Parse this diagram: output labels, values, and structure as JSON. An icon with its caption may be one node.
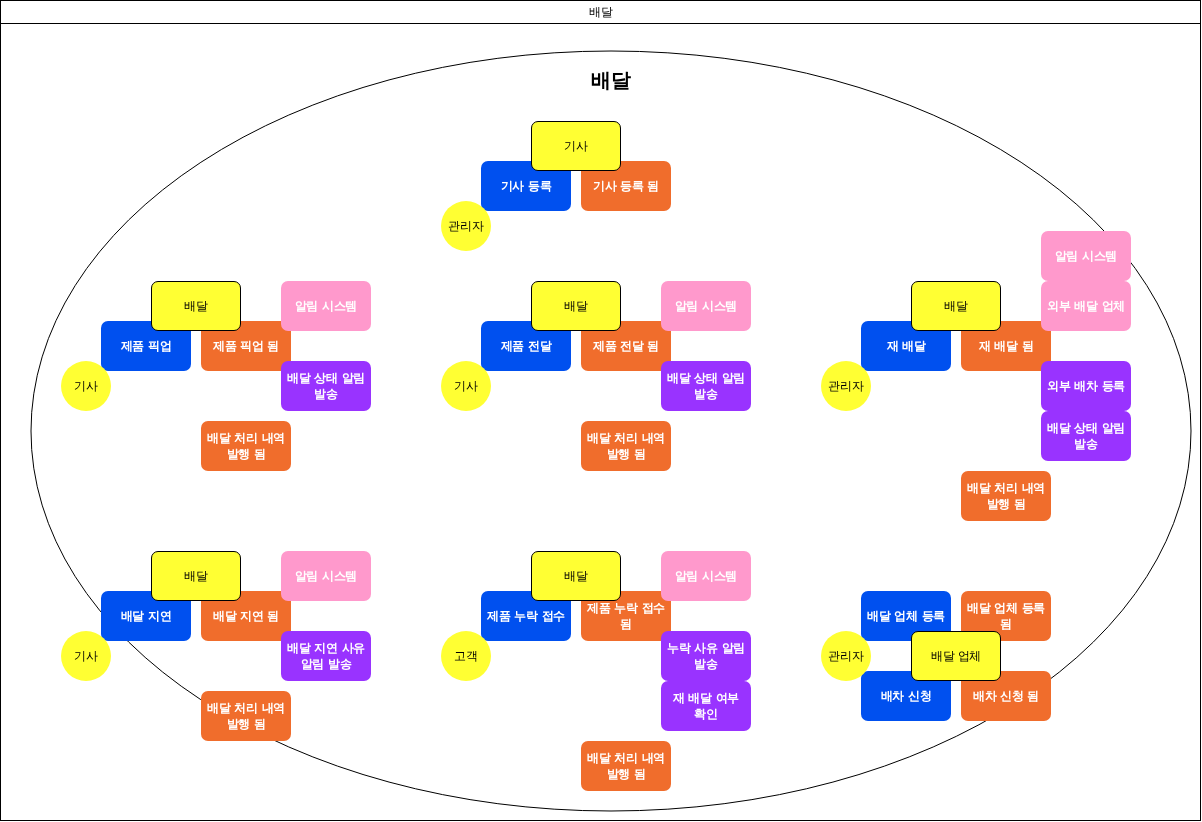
{
  "diagram": {
    "nodes": [
      {
        "text": [
          "배달"
        ]
      },
      {
        "text": [
          "배달"
        ],
        "in": 0
      },
      {
        "text": [
          "기사"
        ],
        "in": 1
      },
      {
        "text": [
          "기사 등록"
        ],
        "in": 1
      },
      {
        "text": [
          "기사 등록 됨"
        ],
        "in": 1
      },
      {
        "text": [
          "관리자"
        ],
        "in": 1
      },
      {
        "text": [
          "배달"
        ],
        "in": 1
      },
      {
        "text": [
          "제품 픽업"
        ],
        "in": 1
      },
      {
        "text": [
          "제품 픽업 됨"
        ],
        "in": 1
      },
      {
        "text": [
          "알림 시스템"
        ],
        "in": 1
      },
      {
        "text": [
          "배달 상태 알림 발송"
        ],
        "in": 1
      },
      {
        "text": [
          "기사"
        ],
        "in": 1
      },
      {
        "text": [
          "배달 처리 내역 발행 됨"
        ],
        "in": 1
      },
      {
        "text": [
          "배달"
        ],
        "in": 1
      },
      {
        "text": [
          "제품 전달"
        ],
        "in": 1
      },
      {
        "text": [
          "제품 전달 됨"
        ],
        "in": 1
      },
      {
        "text": [
          "알림 시스템"
        ],
        "in": 1
      },
      {
        "text": [
          "배달 상태 알림 발송"
        ],
        "in": 1
      },
      {
        "text": [
          "기사"
        ],
        "in": 1
      },
      {
        "text": [
          "배달 처리 내역 발행 됨"
        ],
        "in": 1
      },
      {
        "text": [
          "알림 시스템"
        ],
        "in": 1
      },
      {
        "text": [
          "배달"
        ],
        "in": 1
      },
      {
        "text": [
          "재 배달"
        ],
        "in": 1
      },
      {
        "text": [
          "재 배달 됨"
        ],
        "in": 1
      },
      {
        "text": [
          "외부 배달 업체"
        ],
        "in": 1
      },
      {
        "text": [
          "외부 배차 등록"
        ],
        "in": 1
      },
      {
        "text": [
          "배달 상태 알림 발송"
        ],
        "in": 1
      },
      {
        "text": [
          "관리자"
        ],
        "in": 1
      },
      {
        "text": [
          "배달 처리 내역 발행 됨"
        ],
        "in": 1
      },
      {
        "text": [
          "배달"
        ],
        "in": 1
      },
      {
        "text": [
          "배달 지연"
        ],
        "in": 1
      },
      {
        "text": [
          "배달 지연 됨"
        ],
        "in": 1
      },
      {
        "text": [
          "알림 시스템"
        ],
        "in": 1
      },
      {
        "text": [
          "배달 지연 사유 알림 발송"
        ],
        "in": 1
      },
      {
        "text": [
          "기사"
        ],
        "in": 0
      },
      {
        "text": [
          "배달 처리 내역 발행 됨"
        ],
        "in": 1
      },
      {
        "text": [
          "배달"
        ],
        "in": 1
      },
      {
        "text": [
          "제품 누락 접수"
        ],
        "in": 1
      },
      {
        "text": [
          "제품 누락 접수 됨"
        ],
        "in": 1
      },
      {
        "text": [
          "알림 시스템"
        ],
        "in": 1
      },
      {
        "text": [
          "누락 사유 알림 발송"
        ],
        "in": 1
      },
      {
        "text": [
          "재 배달 여부 확인"
        ],
        "in": 1
      },
      {
        "text": [
          "고객"
        ],
        "in": 1
      },
      {
        "text": [
          "배달 처리 내역 발행 됨"
        ],
        "in": 1
      },
      {
        "text": [
          "배달 업체 등록"
        ],
        "in": 1
      },
      {
        "text": [
          "배달 업체 등록 됨"
        ],
        "in": 1
      },
      {
        "text": [
          "배달 업체"
        ],
        "in": 1
      },
      {
        "text": [
          "관리자"
        ],
        "in": 1
      },
      {
        "text": [
          "배차 신청"
        ],
        "in": 1
      },
      {
        "text": [
          "배차 신청 됨"
        ],
        "in": 1
      }
    ]
  }
}
